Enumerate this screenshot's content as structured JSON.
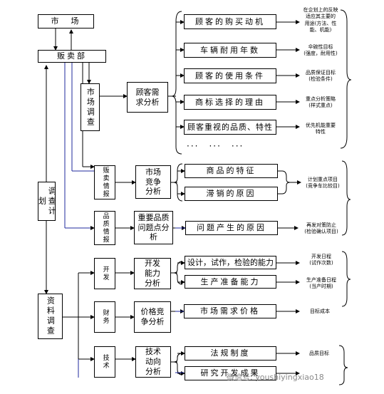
{
  "diagram": {
    "market": "市　场",
    "sales_dept": "贩卖部",
    "market_survey": "市场调查",
    "customer_needs": "顾客需求分析",
    "sales_info": "贩卖情报",
    "competition": "市场竞争分析",
    "quality_info": "品质情报",
    "quality_issues": "重要品质问题点分析",
    "research_plan": "调查计划",
    "data_survey": "资料调查",
    "development": "开发",
    "capability": "开发能力分析",
    "finance": "财务",
    "price_comp": "价格竞争分析",
    "technology": "技术",
    "tech_trend": "技术动向分析",
    "need_items": [
      "顾客的购买动机",
      "车辆耐用年数",
      "顾客的使用条件",
      "商标选择的理由",
      "顾客重视的品质、特性"
    ],
    "need_ellipsis": "···　···　···",
    "need_notes": [
      "在企划上的反映\n适应其主要的\n用途(方法、性\n能、机能)",
      "伞碗性目标\n(强度，耐用性)",
      "品质保证目标\n(检验条件)",
      "重点分析策略\n(样式重点)",
      "优先机能重要\n特性"
    ],
    "comp_items": [
      "商品的特征",
      "滞销的原因"
    ],
    "comp_note": "计划重点项目\n(竞争车比较目)",
    "quality_item": "问题产生的原因",
    "quality_note": "再发对策防止\n(检验确认项目)",
    "cap_items": [
      "设计，试作，检验的能力",
      "生产准备能力"
    ],
    "cap_notes": [
      "开发日程\n(试作次数)",
      "生产准备日程\n(当产时期)"
    ],
    "price_item": "市场需求价格",
    "price_note": "目标成本",
    "tech_items": [
      "法规制度",
      "研究开发成果"
    ],
    "tech_note": "品质目标"
  },
  "watermark": "微信号: youshiyingxiao18"
}
